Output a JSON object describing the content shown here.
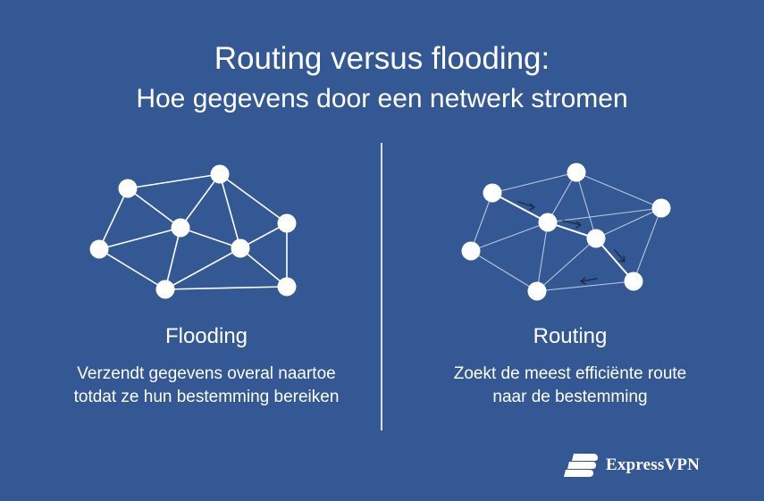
{
  "header": {
    "title": "Routing versus flooding:",
    "subtitle": "Hoe gegevens door een netwerk stromen"
  },
  "panels": [
    {
      "heading": "Flooding",
      "description_line1": "Verzendt gegevens overal naartoe",
      "description_line2": "totdat ze hun bestemming bereiken"
    },
    {
      "heading": "Routing",
      "description_line1": "Zoekt de meest efficiënte route",
      "description_line2": "naar de bestemming"
    }
  ],
  "brand": {
    "name": "ExpressVPN",
    "logo_icon": "expressvpn-logo-icon"
  },
  "colors": {
    "background": "#335893",
    "node": "#ffffff",
    "flooding_edge": "#ffffff",
    "routing_edge": "#b7c6df",
    "arrow": "#1b2b4d"
  }
}
